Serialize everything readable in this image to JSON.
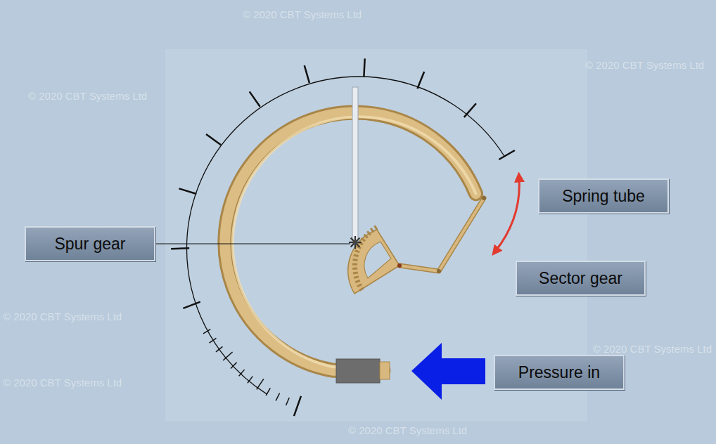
{
  "diagram": {
    "nodes": [
      {
        "text": [
          "Spur gear"
        ]
      },
      {
        "text": [
          "Spring tube"
        ]
      },
      {
        "text": [
          "Sector gear"
        ]
      },
      {
        "text": [
          "Pressure in"
        ]
      }
    ],
    "labels": [
      "© 2020 CBT Systems Ltd",
      "© 2020 CBT Systems Ltd",
      "© 2020 CBT Systems Ltd",
      "© 2020 CBT Systems Ltd",
      "© 2020 CBT Systems Ltd",
      "© 2020 CBT Systems Ltd",
      "© 2020 CBT Systems Ltd"
    ]
  }
}
